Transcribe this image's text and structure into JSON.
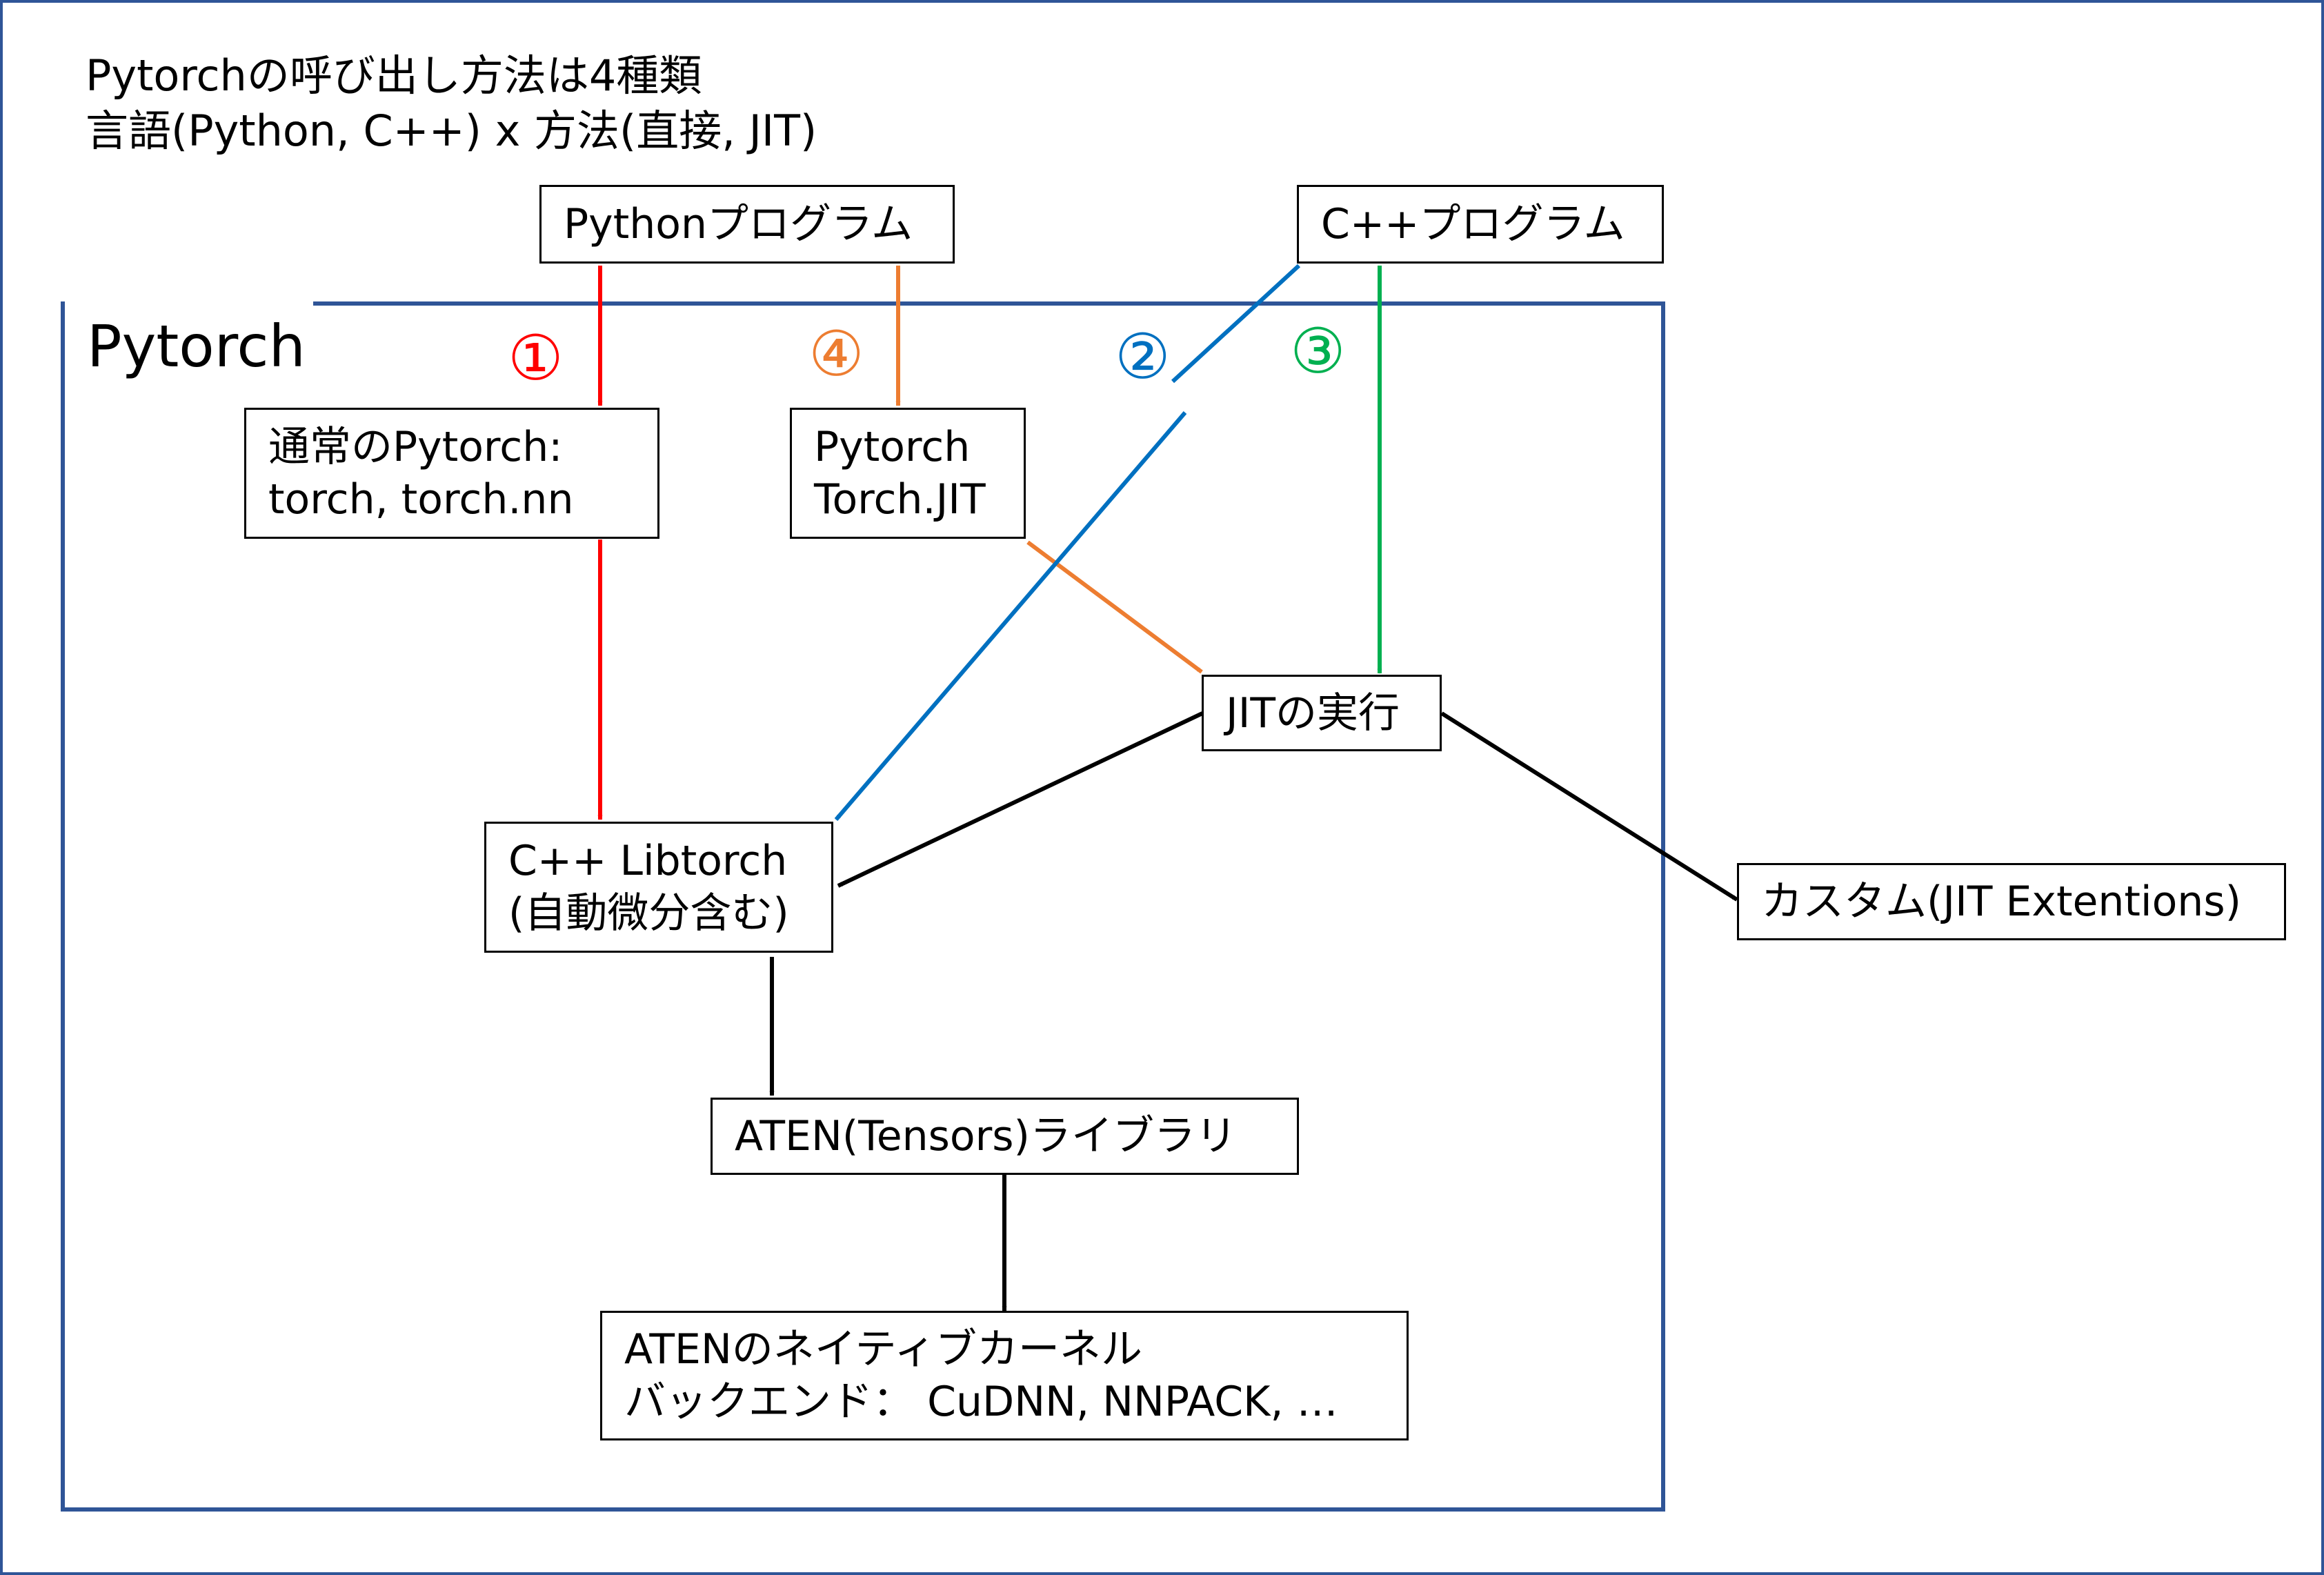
{
  "header": {
    "line1": "Pytorchの呼び出し方法は4種類",
    "line2": "言語(Python, C++) x 方法(直接, JIT)"
  },
  "frame": {
    "label": "Pytorch"
  },
  "boxes": {
    "python_program": "Pythonプログラム",
    "cpp_program": "C++プログラム",
    "normal_pytorch": [
      "通常のPytorch:",
      "torch, torch.nn"
    ],
    "torch_jit": [
      "Pytorch",
      "Torch.JIT"
    ],
    "jit_exec": "JITの実行",
    "libtorch": [
      "C++ Libtorch",
      "(自動微分含む)"
    ],
    "custom": "カスタム(JIT Extentions)",
    "aten": "ATEN(Tensors)ライブラリ",
    "aten_kernel": [
      "ATENのネイティブカーネル",
      "バックエンド： CuDNN, NNPACK, …"
    ]
  },
  "routes": [
    {
      "label": "①",
      "color": "#ff0000"
    },
    {
      "label": "②",
      "color": "#0070c0"
    },
    {
      "label": "③",
      "color": "#00b050"
    },
    {
      "label": "④",
      "color": "#ed7d31"
    }
  ],
  "colors": {
    "frame": "#2f5597",
    "edge_default": "#000000"
  }
}
